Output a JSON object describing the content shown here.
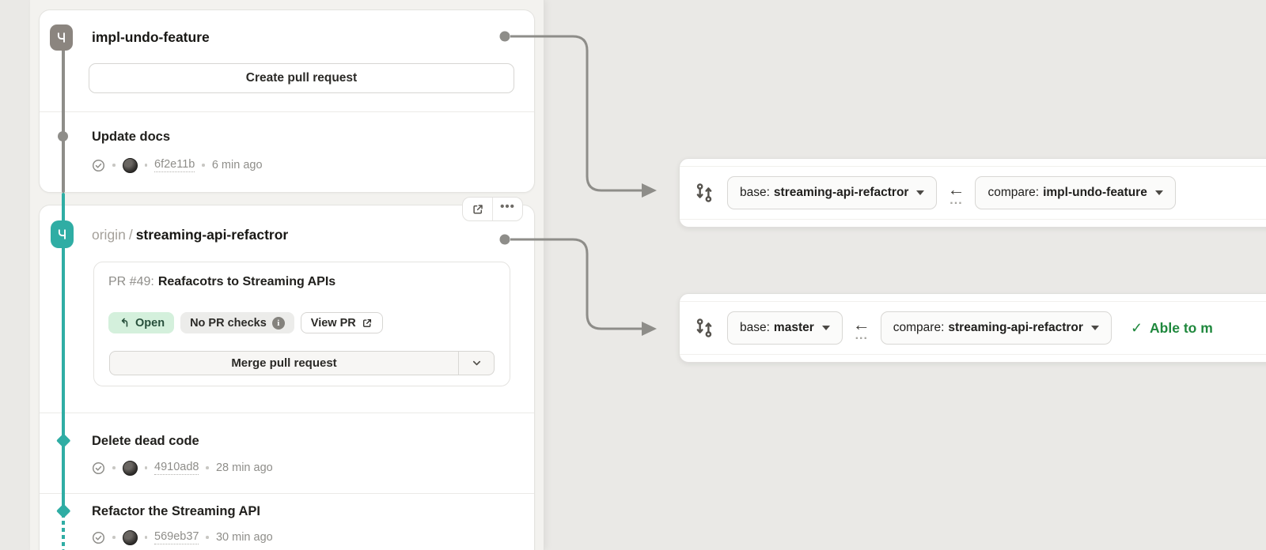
{
  "left_panel": {
    "branch_cards": [
      {
        "title": "impl-undo-feature",
        "create_pr_button": "Create pull request",
        "commits": [
          {
            "title": "Update docs",
            "hash": "6f2e11b",
            "time": "6 min ago"
          }
        ]
      },
      {
        "remote_prefix": "origin",
        "separator": "/",
        "title": "streaming-api-refactror",
        "pr_card": {
          "pr_label": "PR #49:",
          "pr_title": "Reafacotrs to Streaming APIs",
          "status_badge": "Open",
          "checks_badge": "No PR checks",
          "view_pr_button": "View PR",
          "merge_button": "Merge pull request"
        },
        "commits": [
          {
            "title": "Delete dead code",
            "hash": "4910ad8",
            "time": "28 min ago"
          },
          {
            "title": "Refactor the Streaming API",
            "hash": "569eb37",
            "time": "30 min ago"
          }
        ]
      }
    ]
  },
  "compare_bars": [
    {
      "base_label": "base:",
      "base_branch": "streaming-api-refactror",
      "compare_label": "compare:",
      "compare_branch": "impl-undo-feature",
      "back_arrow": "←",
      "ellipsis": "..."
    },
    {
      "base_label": "base:",
      "base_branch": "master",
      "compare_label": "compare:",
      "compare_branch": "streaming-api-refactror",
      "back_arrow": "←",
      "ellipsis": "...",
      "merge_check": "✓",
      "merge_status": "Able to m"
    }
  ],
  "colors": {
    "teal_branch": "#2fada4",
    "gray_branch": "#8b857f",
    "open_badge_bg": "#d4f0dc",
    "open_badge_text": "#28503c",
    "merge_ok_green": "#1f883d"
  }
}
